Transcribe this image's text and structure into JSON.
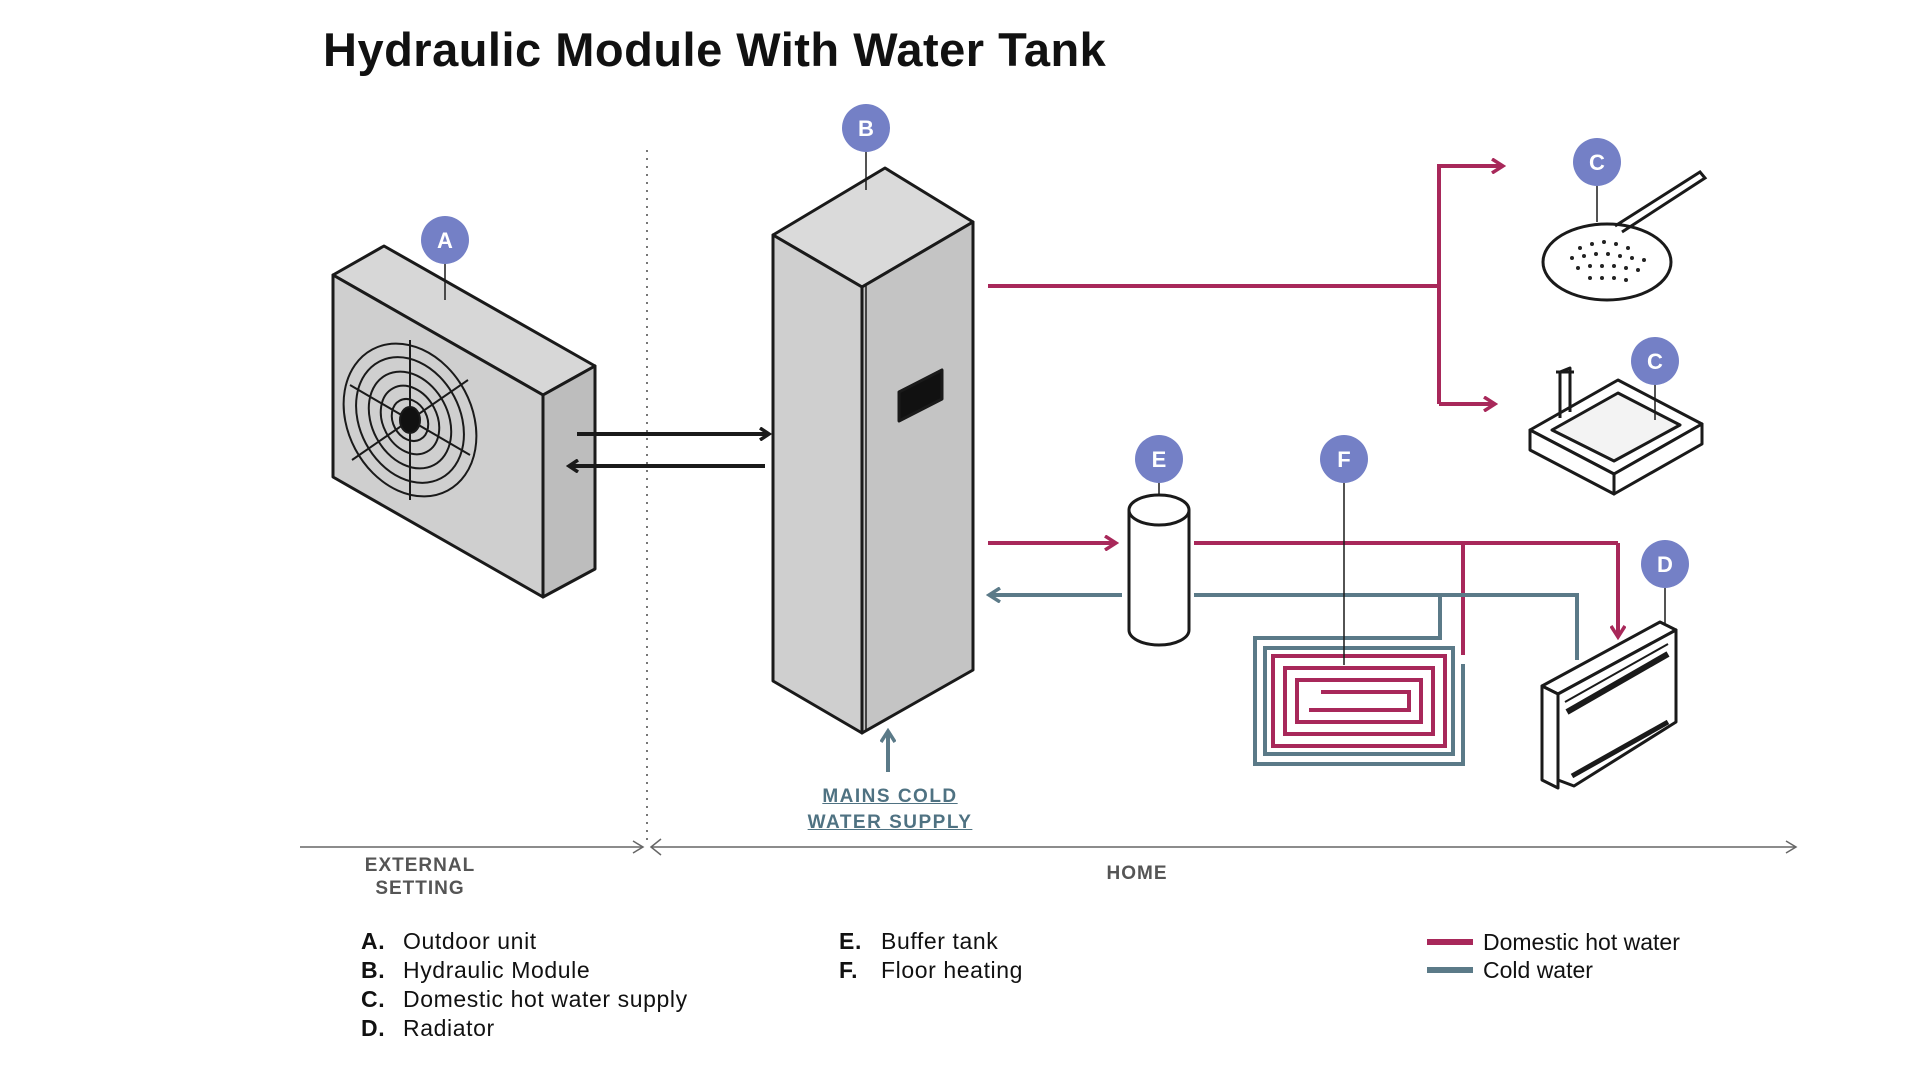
{
  "title": "Hydraulic Module With Water Tank",
  "zones": {
    "external": [
      "EXTERNAL",
      "SETTING"
    ],
    "home": "HOME"
  },
  "mains": [
    "MAINS COLD",
    "WATER SUPPLY"
  ],
  "badges": {
    "a": "A",
    "b": "B",
    "c1": "C",
    "c2": "C",
    "d": "D",
    "e": "E",
    "f": "F"
  },
  "legend": [
    {
      "key": "A.",
      "label": "Outdoor unit"
    },
    {
      "key": "B.",
      "label": "Hydraulic Module"
    },
    {
      "key": "C.",
      "label": "Domestic hot water supply"
    },
    {
      "key": "D.",
      "label": "Radiator"
    },
    {
      "key": "E.",
      "label": "Buffer tank"
    },
    {
      "key": "F.",
      "label": "Floor heating"
    }
  ],
  "key": [
    {
      "label": "Domestic hot water",
      "color": "#a8285a"
    },
    {
      "label": "Cold water",
      "color": "#5b7a88"
    }
  ],
  "colors": {
    "hot": "#a8285a",
    "cold": "#5b7a88",
    "badge": "#7480c6",
    "unit_fill": "#cfcfcf"
  }
}
